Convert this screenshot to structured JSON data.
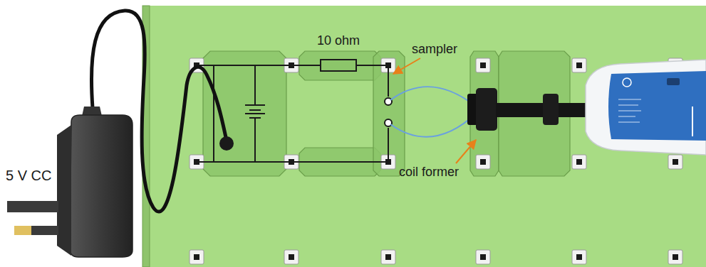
{
  "diagram": {
    "labels": [
      "5 V CC",
      "10 ohm",
      "sampler",
      "coil former"
    ]
  }
}
